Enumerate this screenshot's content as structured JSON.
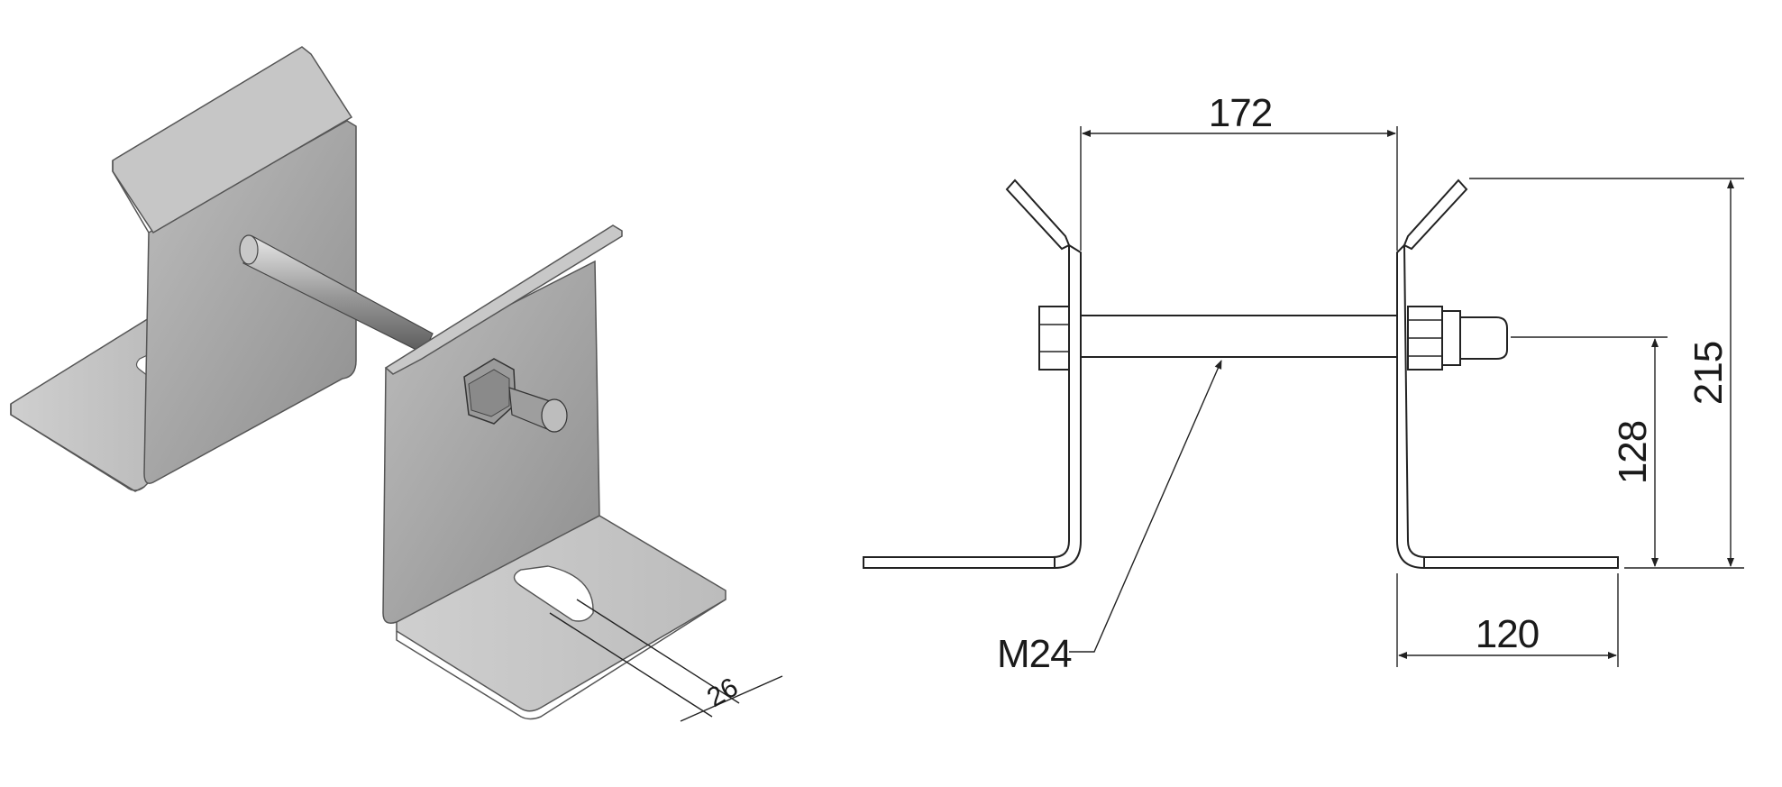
{
  "iso_view": {
    "slot_width_label": "26"
  },
  "front_view": {
    "dimensions": {
      "bracket_spacing": "172",
      "overall_height": "215",
      "bolt_height": "128",
      "foot_length": "120"
    },
    "thread_callout": "M24"
  },
  "colors": {
    "metal_light": "#d4d4d4",
    "metal_mid": "#a8a8a8",
    "metal_dark": "#7e7e7e",
    "line": "#222222"
  }
}
